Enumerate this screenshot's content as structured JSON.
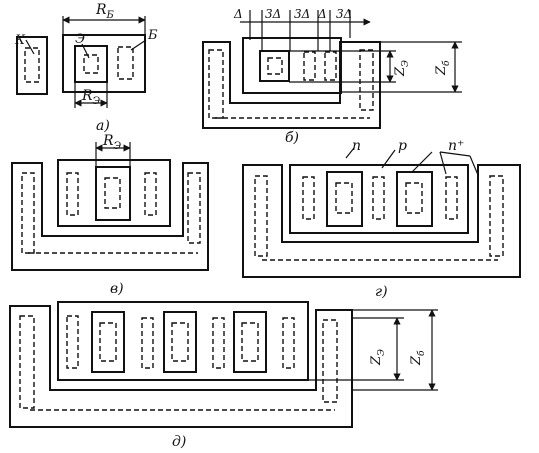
{
  "panels": {
    "a": {
      "caption": "а)",
      "labels": {
        "K": "К",
        "E": "Э",
        "B": "Б",
        "Rb": "R",
        "Rb_sub": "Б",
        "Re": "R",
        "Re_sub": "Э"
      }
    },
    "b": {
      "caption": "б)",
      "spacing": [
        "Δ",
        "3Δ",
        "3Δ",
        "Δ",
        "3Δ"
      ],
      "labels": {
        "Ze": "Z",
        "Ze_sub": "Э",
        "Zb": "Z",
        "Zb_sub": "б"
      }
    },
    "v": {
      "caption": "в)",
      "labels": {
        "Re": "R",
        "Re_sub": "Э"
      }
    },
    "g": {
      "caption": "г)",
      "labels": {
        "n": "n",
        "p": "p",
        "nplus": "n⁺"
      }
    },
    "d": {
      "caption": "д)",
      "labels": {
        "Ze": "Z",
        "Ze_sub": "Э",
        "Zb": "Z",
        "Zb_sub": "б"
      }
    }
  }
}
